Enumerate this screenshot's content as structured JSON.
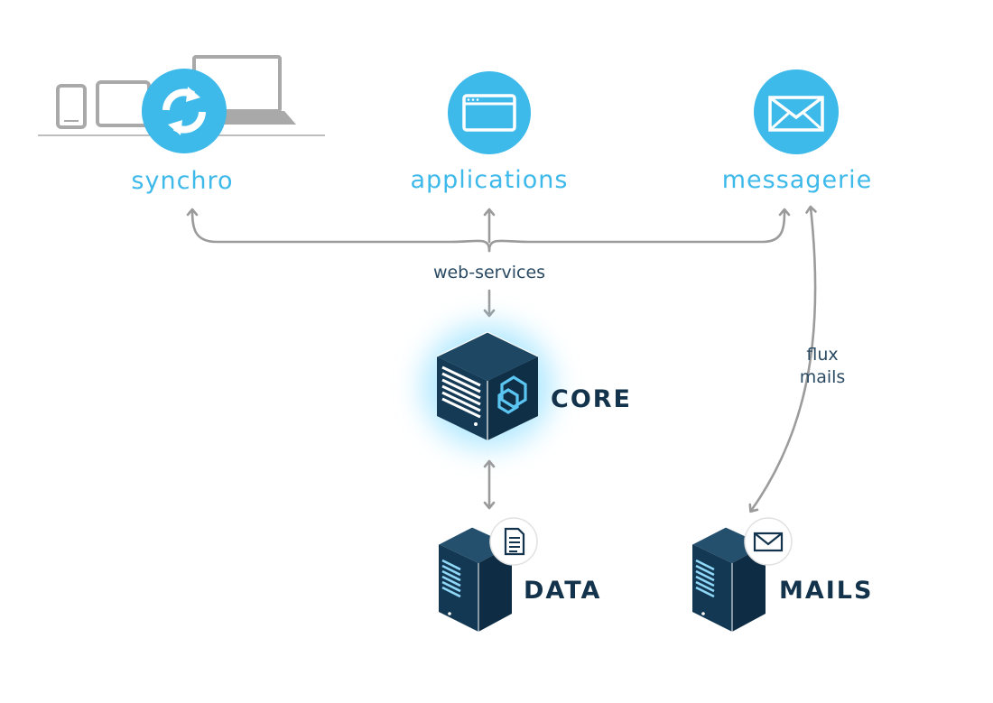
{
  "nodes": {
    "synchro": "synchro",
    "applications": "applications",
    "messagerie": "messagerie",
    "core": "CORE",
    "data": "DATA",
    "mails": "MAILS"
  },
  "edges": {
    "web_services": "web-services",
    "flux_line1": "flux",
    "flux_line2": "mails"
  },
  "colors": {
    "accent": "#3db9ea",
    "server": "#12334b",
    "arrow": "#9b9b9b",
    "device": "#a9a9a9"
  }
}
